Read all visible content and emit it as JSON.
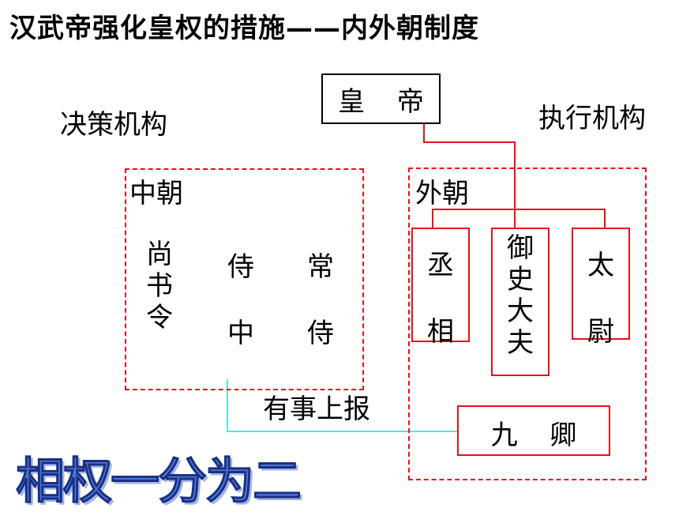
{
  "title": "汉武帝强化皇权的措施——内外朝制度",
  "emperor": "皇 帝",
  "decision_label": "决策机构",
  "execution_label": "执行机构",
  "inner_court": {
    "label": "中朝",
    "members": [
      "尚书令",
      "侍中",
      "常侍"
    ]
  },
  "outer_court": {
    "label": "外朝",
    "officials": [
      "丞相",
      "御史大夫",
      "太尉"
    ],
    "nine_ministers": "九 卿"
  },
  "report_label": "有事上报",
  "slogan": "相权一分为二",
  "colors": {
    "red": "#e8101a",
    "cyan": "#4fe6e6",
    "slogan_blue": "#4a78d8"
  }
}
